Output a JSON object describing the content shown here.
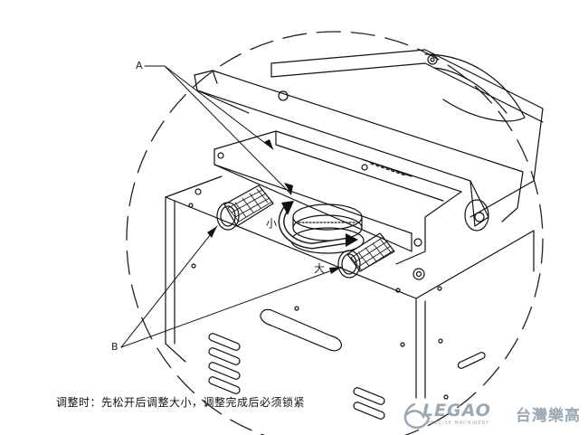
{
  "labels": {
    "a": "A",
    "b": "B",
    "small": "小",
    "large": "大"
  },
  "caption": "调整时：先松开后调整大小，调整完成后必须锁紧",
  "logo": {
    "brand": "LEGAO",
    "tagline": "PRECISE MACHINERY",
    "chinese": "台灣樂高",
    "icon": "legao-swirl-icon",
    "color": "#9aa8b4"
  }
}
